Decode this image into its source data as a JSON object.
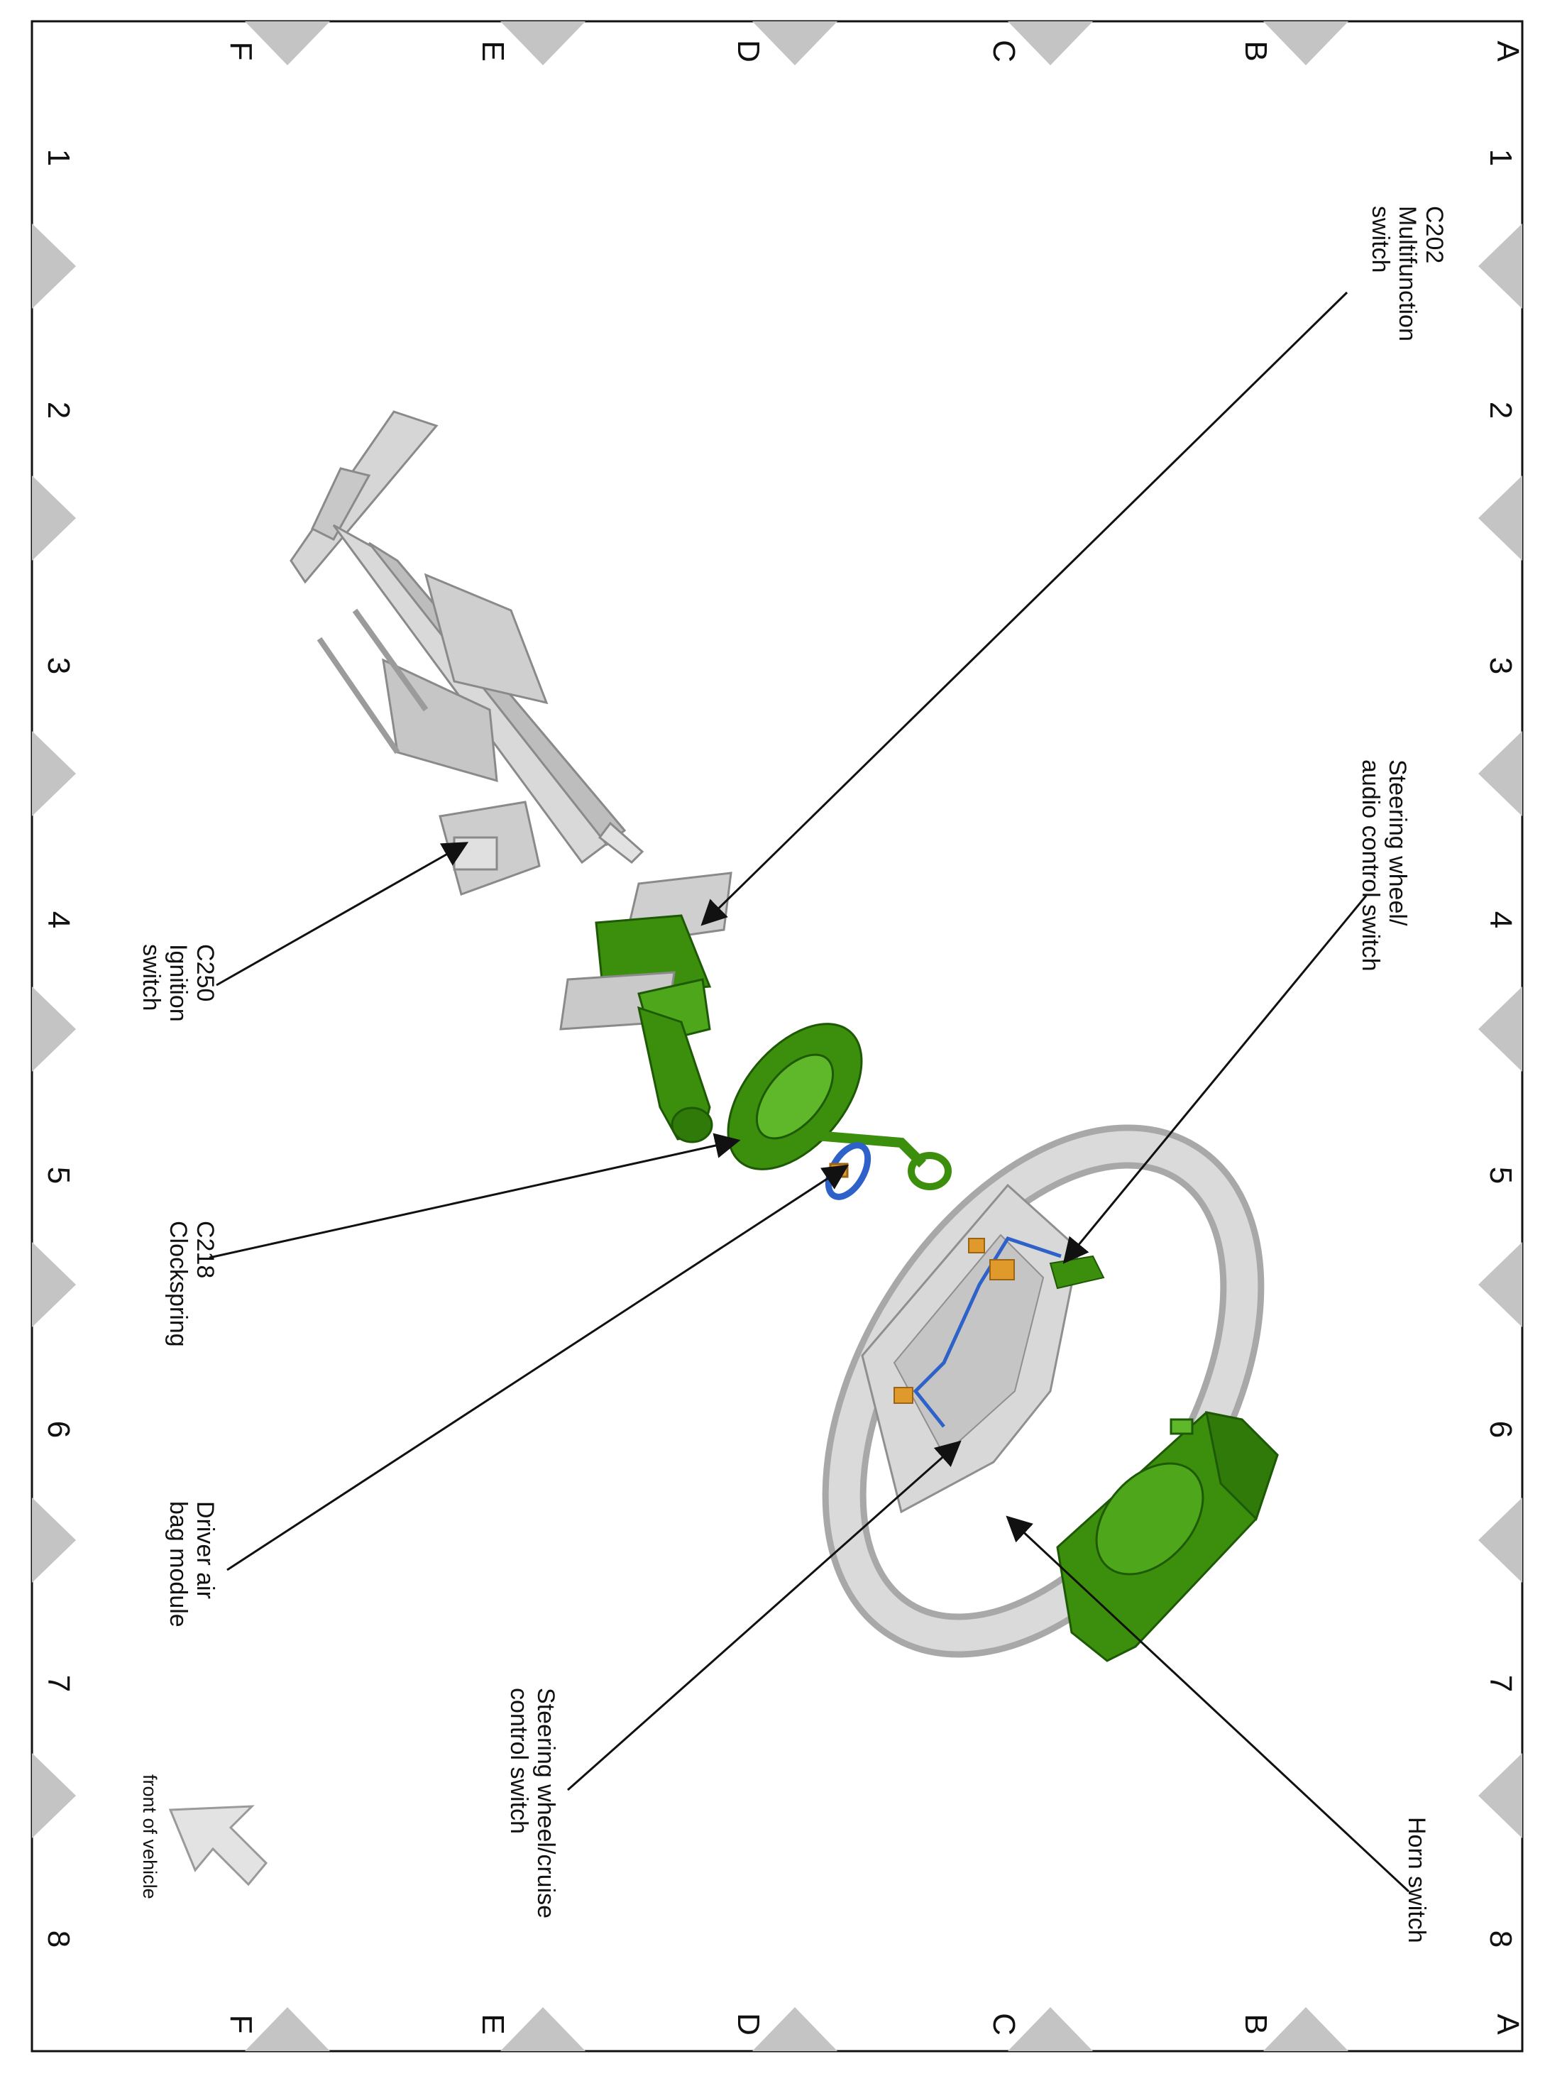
{
  "grid": {
    "letters_top": [
      "A",
      "B",
      "C",
      "D",
      "E",
      "F"
    ],
    "letters_bottom": [
      "A",
      "B",
      "C",
      "D",
      "E",
      "F"
    ],
    "numbers_right": [
      "1",
      "2",
      "3",
      "4",
      "5",
      "6",
      "7",
      "8"
    ],
    "numbers_left": [
      "1",
      "2",
      "3",
      "4",
      "5",
      "6",
      "7",
      "8"
    ]
  },
  "callouts": {
    "c202": [
      "C202",
      "Multifunction",
      "switch"
    ],
    "audio": [
      "Steering wheel/",
      "audio control switch"
    ],
    "c250": [
      "C250",
      "Ignition",
      "switch"
    ],
    "c218": [
      "C218",
      "Clockspring"
    ],
    "airbag": [
      "Driver air",
      "bag module"
    ],
    "cruise": [
      "Steering wheel/cruise",
      "control switch"
    ],
    "horn": [
      "Horn switch"
    ]
  },
  "orientation": {
    "label": "front of vehicle",
    "icon": "arrow-icon"
  },
  "colors": {
    "callout_part": "#3c8f0c",
    "column_part": "#cfcfcf",
    "wiring": "#2f62c9",
    "connector": "#e09a2c"
  }
}
